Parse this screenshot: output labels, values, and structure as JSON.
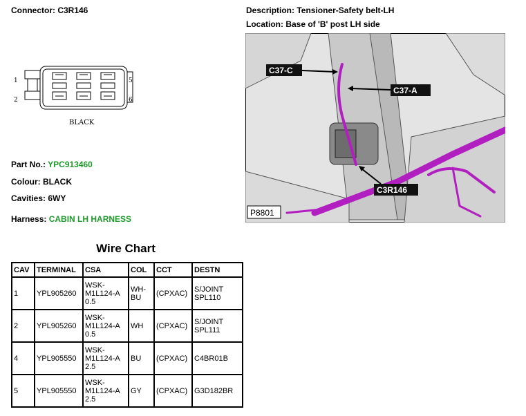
{
  "header": {
    "connector": "Connector: C3R146",
    "description": "Description: Tensioner-Safety belt-LH",
    "location": "Location: Base of 'B' post LH side"
  },
  "connector_diagram": {
    "pins_left": [
      "1",
      "2"
    ],
    "pins_right": [
      "5",
      "6"
    ],
    "color_label": "BLACK"
  },
  "photo": {
    "callouts": [
      "C37-C",
      "C37-A",
      "C3R146"
    ],
    "figure_id": "P8801",
    "harness_color": "#b21fc0"
  },
  "details": {
    "part_no_label": "Part No.:",
    "part_no_value": "YPC913460",
    "colour": "Colour: BLACK",
    "cavities": "Cavities: 6WY",
    "harness_label": "Harness:",
    "harness_value": "CABIN LH HARNESS"
  },
  "wire_chart": {
    "title": "Wire Chart",
    "columns": [
      "CAV",
      "TERMINAL",
      "CSA",
      "COL",
      "CCT",
      "DESTN"
    ],
    "rows": [
      {
        "cav": "1",
        "terminal": "YPL905260",
        "csa": [
          "WSK-",
          "M1L124-A",
          "0.5"
        ],
        "col": [
          "WH-",
          "BU"
        ],
        "cct": "(CPXAC)",
        "destn": [
          "S/JOINT",
          "SPL110"
        ]
      },
      {
        "cav": "2",
        "terminal": "YPL905260",
        "csa": [
          "WSK-",
          "M1L124-A",
          "0.5"
        ],
        "col": [
          "WH"
        ],
        "cct": "(CPXAC)",
        "destn": [
          "S/JOINT",
          "SPL111"
        ]
      },
      {
        "cav": "4",
        "terminal": "YPL905550",
        "csa": [
          "WSK-",
          "M1L124-A",
          "2.5"
        ],
        "col": [
          "BU"
        ],
        "cct": "(CPXAC)",
        "destn": [
          "C4BR01B"
        ]
      },
      {
        "cav": "5",
        "terminal": "YPL905550",
        "csa": [
          "WSK-",
          "M1L124-A",
          "2.5"
        ],
        "col": [
          "GY"
        ],
        "cct": "(CPXAC)",
        "destn": [
          "G3D182BR"
        ]
      }
    ]
  },
  "colors": {
    "green_text": "#1f9a2a"
  }
}
